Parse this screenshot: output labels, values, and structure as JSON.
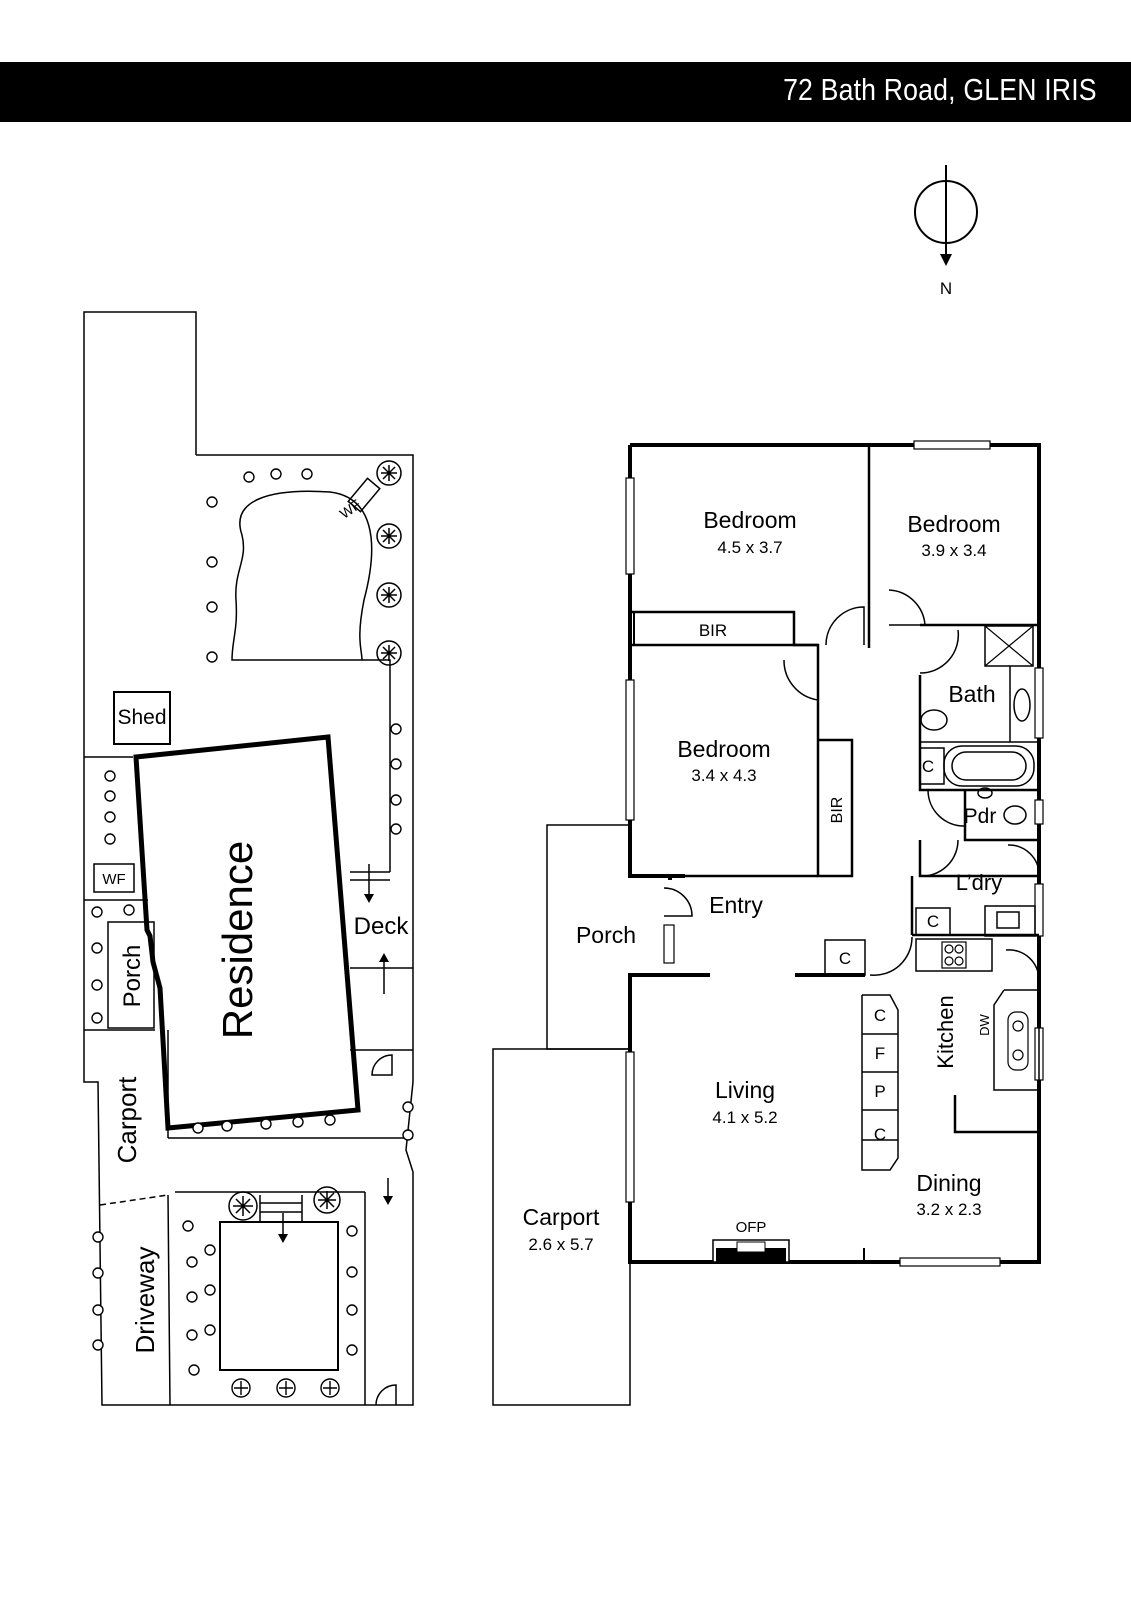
{
  "header": {
    "address": "72 Bath Road, GLEN IRIS"
  },
  "compass": {
    "label": "N"
  },
  "site_plan": {
    "residence": "Residence",
    "shed": "Shed",
    "wf_top": "WF",
    "wf_side": "WF",
    "porch": "Porch",
    "deck": "Deck",
    "carport": "Carport",
    "driveway": "Driveway"
  },
  "floor_plan": {
    "bedroom1": {
      "name": "Bedroom",
      "size": "4.5 x 3.7"
    },
    "bedroom2": {
      "name": "Bedroom",
      "size": "3.9 x 3.4"
    },
    "bedroom3": {
      "name": "Bedroom",
      "size": "3.4 x 4.3"
    },
    "bir_top": "BIR",
    "bir_side": "BIR",
    "bath": "Bath",
    "pdr": "Pdr",
    "laundry": "L’dry",
    "entry": "Entry",
    "porch": "Porch",
    "kitchen": "Kitchen",
    "dw": "DW",
    "living": {
      "name": "Living",
      "size": "4.1 x 5.2"
    },
    "dining": {
      "name": "Dining",
      "size": "3.2 x 2.3"
    },
    "carport": {
      "name": "Carport",
      "size": "2.6 x 5.7"
    },
    "ofp": "OFP",
    "cupboard_c": "C",
    "fridge_f": "F",
    "pantry_p": "P"
  }
}
